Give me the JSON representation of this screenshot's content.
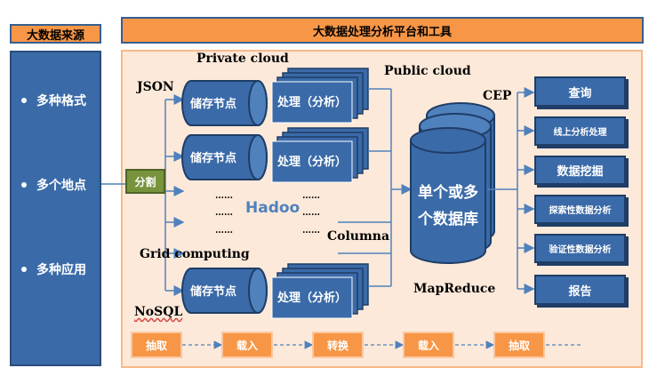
{
  "header": {
    "left_title": "大数据来源",
    "main_title": "大数据处理分析平台和工具"
  },
  "sources": [
    "多种格式",
    "多个地点",
    "多种应用"
  ],
  "split_label": "分割",
  "labels": {
    "json": "JSON",
    "private_cloud": "Private cloud",
    "public_cloud": "Public cloud",
    "cep": "CEP",
    "hadoop": "Hadoo",
    "grid_computing": "Grid computing",
    "columnar": "Columna",
    "nosql": "NoSQL",
    "mapreduce": "MapReduce",
    "dots": "……"
  },
  "storage_node": "储存节点",
  "process_label": "处理（分析）",
  "database_label_line1": "单个或多",
  "database_label_line2": "个数据库",
  "outputs": [
    "查询",
    "线上分析处理",
    "数据挖掘",
    "探索性数据分析",
    "验证性数据分析",
    "报告"
  ],
  "etl_flow": [
    "抽取",
    "载入",
    "转换",
    "载入",
    "抽取"
  ],
  "colors": {
    "header": "#f79646",
    "blue": "#3a6aa8",
    "green": "#77933c",
    "panel_bg": "#fde9d9"
  }
}
